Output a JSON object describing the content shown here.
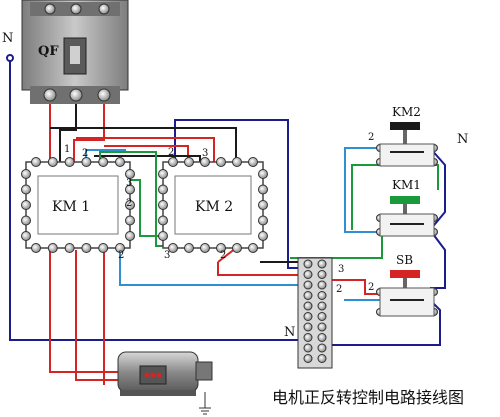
{
  "labels": {
    "qf": "QF",
    "km1_block": "KM 1",
    "km2_block": "KM 2",
    "neutral": "N",
    "km2_contact": "KM2",
    "km1_contact": "KM1",
    "sb": "SB",
    "n1": "1",
    "n2": "2",
    "n3": "3",
    "caption": "电机正反转控制电路接线图"
  },
  "colors": {
    "red": "#d42424",
    "black": "#1a1a1a",
    "blue": "#2f8fd0",
    "green": "#1a9a3a",
    "navy": "#1c1c8c",
    "breaker": "#9a9a9a",
    "terminal": "#c8c8c8"
  }
}
